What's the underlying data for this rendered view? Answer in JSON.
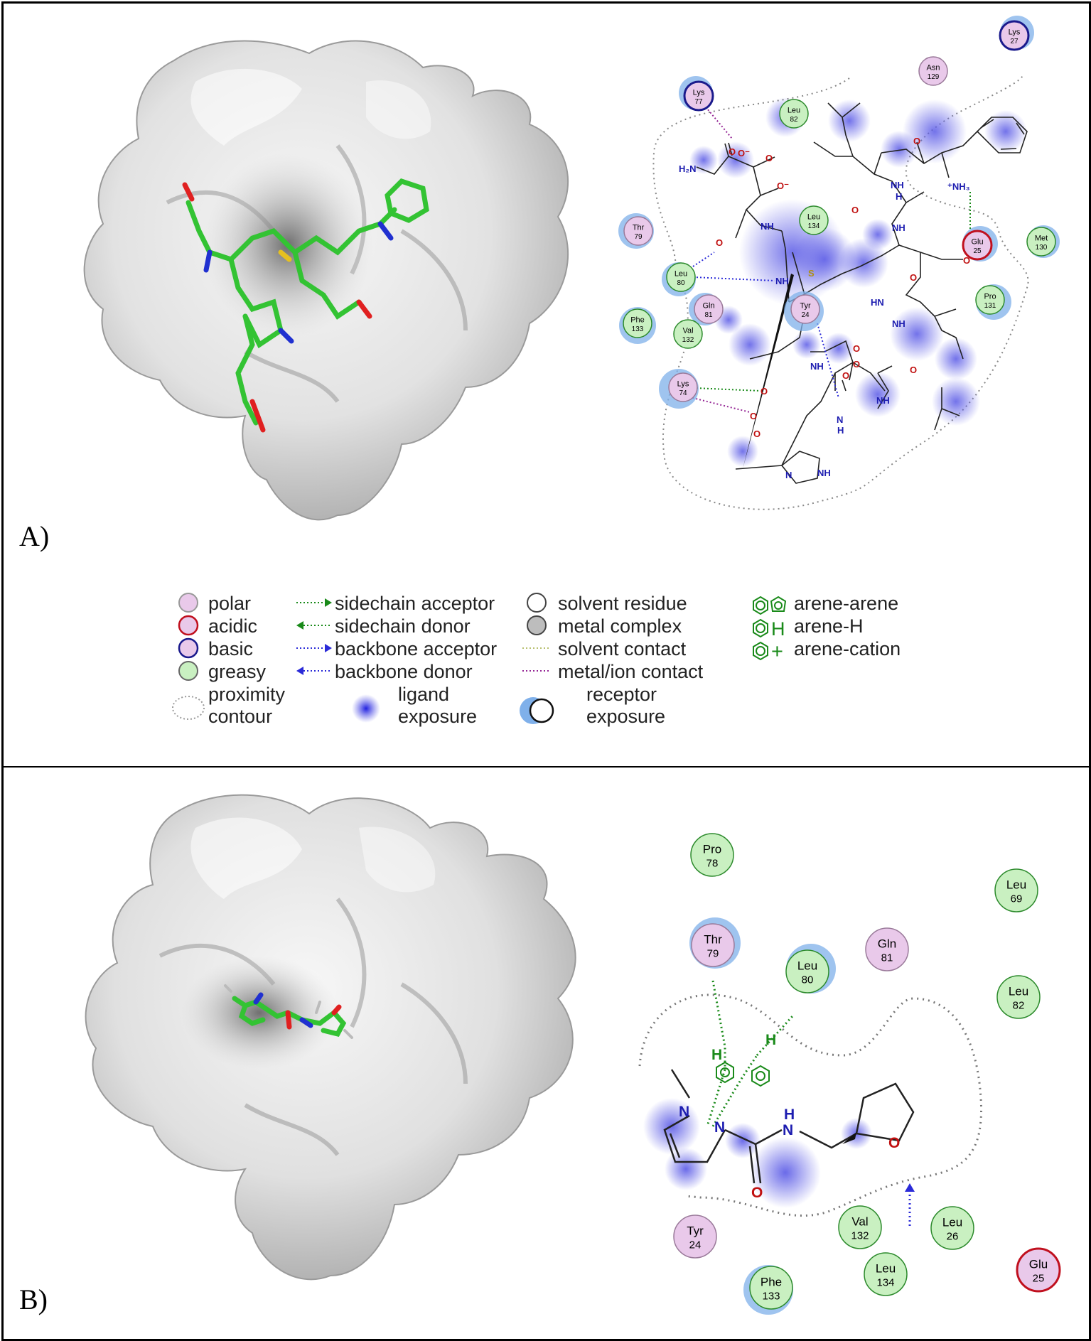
{
  "panels": {
    "a": {
      "label": "A)"
    },
    "b": {
      "label": "B)"
    }
  },
  "colors": {
    "polar": "#e9c9ea",
    "acidic_border": "#c0101e",
    "basic_border": "#1a1a8c",
    "greasy": "#c9f0c1",
    "greasy_border": "#2c8a2c",
    "ligand_exposure": "#5a5ae6",
    "receptor_exposure": "#7fb0ea",
    "sidechain_interaction": "#198a19",
    "backbone_interaction": "#2b2bd8",
    "metal_contact": "#962896",
    "surface": "#d9d9d9",
    "ligand_carbon": "#33c333"
  },
  "diagramA": {
    "residues": [
      {
        "name": "Lys",
        "num": "27",
        "type": "basic"
      },
      {
        "name": "Asn",
        "num": "129",
        "type": "polar"
      },
      {
        "name": "Lys",
        "num": "77",
        "type": "basic"
      },
      {
        "name": "Leu",
        "num": "82",
        "type": "greasy"
      },
      {
        "name": "Thr",
        "num": "79",
        "type": "polar"
      },
      {
        "name": "Leu",
        "num": "134",
        "type": "greasy"
      },
      {
        "name": "Glu",
        "num": "25",
        "type": "acidic"
      },
      {
        "name": "Met",
        "num": "130",
        "type": "greasy"
      },
      {
        "name": "Leu",
        "num": "80",
        "type": "greasy"
      },
      {
        "name": "Tyr",
        "num": "24",
        "type": "polar"
      },
      {
        "name": "Pro",
        "num": "131",
        "type": "greasy"
      },
      {
        "name": "Phe",
        "num": "133",
        "type": "greasy"
      },
      {
        "name": "Gln",
        "num": "81",
        "type": "polar"
      },
      {
        "name": "Val",
        "num": "132",
        "type": "greasy"
      },
      {
        "name": "Lys",
        "num": "74",
        "type": "polar"
      }
    ],
    "atoms": {
      "h2n": "H₂N",
      "o": "O",
      "o_minus": "O⁻",
      "nh": "NH",
      "n": "N",
      "h": "H",
      "nh3": "⁺NH₃",
      "s": "S",
      "hn": "HN"
    }
  },
  "legend": {
    "items": [
      {
        "label": "polar"
      },
      {
        "label": "acidic"
      },
      {
        "label": "basic"
      },
      {
        "label": "greasy"
      },
      {
        "label": "proximity\ncontour"
      },
      {
        "label": "sidechain acceptor"
      },
      {
        "label": "sidechain donor"
      },
      {
        "label": "backbone acceptor"
      },
      {
        "label": "backbone donor"
      },
      {
        "label": "ligand\nexposure"
      },
      {
        "label": "solvent residue"
      },
      {
        "label": "metal complex"
      },
      {
        "label": "solvent contact"
      },
      {
        "label": "metal/ion contact"
      },
      {
        "label": "receptor\nexposure"
      },
      {
        "label": "arene-arene"
      },
      {
        "label": "arene-H"
      },
      {
        "label": "arene-cation"
      }
    ]
  },
  "diagramB": {
    "residues": [
      {
        "name": "Pro",
        "num": "78",
        "type": "greasy"
      },
      {
        "name": "Leu",
        "num": "69",
        "type": "greasy"
      },
      {
        "name": "Thr",
        "num": "79",
        "type": "polar"
      },
      {
        "name": "Gln",
        "num": "81",
        "type": "polar"
      },
      {
        "name": "Leu",
        "num": "80",
        "type": "greasy"
      },
      {
        "name": "Leu",
        "num": "82",
        "type": "greasy"
      },
      {
        "name": "Val",
        "num": "132",
        "type": "greasy"
      },
      {
        "name": "Leu",
        "num": "26",
        "type": "greasy"
      },
      {
        "name": "Tyr",
        "num": "24",
        "type": "polar"
      },
      {
        "name": "Glu",
        "num": "25",
        "type": "acidic"
      },
      {
        "name": "Leu",
        "num": "134",
        "type": "greasy"
      },
      {
        "name": "Phe",
        "num": "133",
        "type": "greasy"
      }
    ],
    "atoms": {
      "n": "N",
      "h": "H",
      "o": "O"
    }
  }
}
